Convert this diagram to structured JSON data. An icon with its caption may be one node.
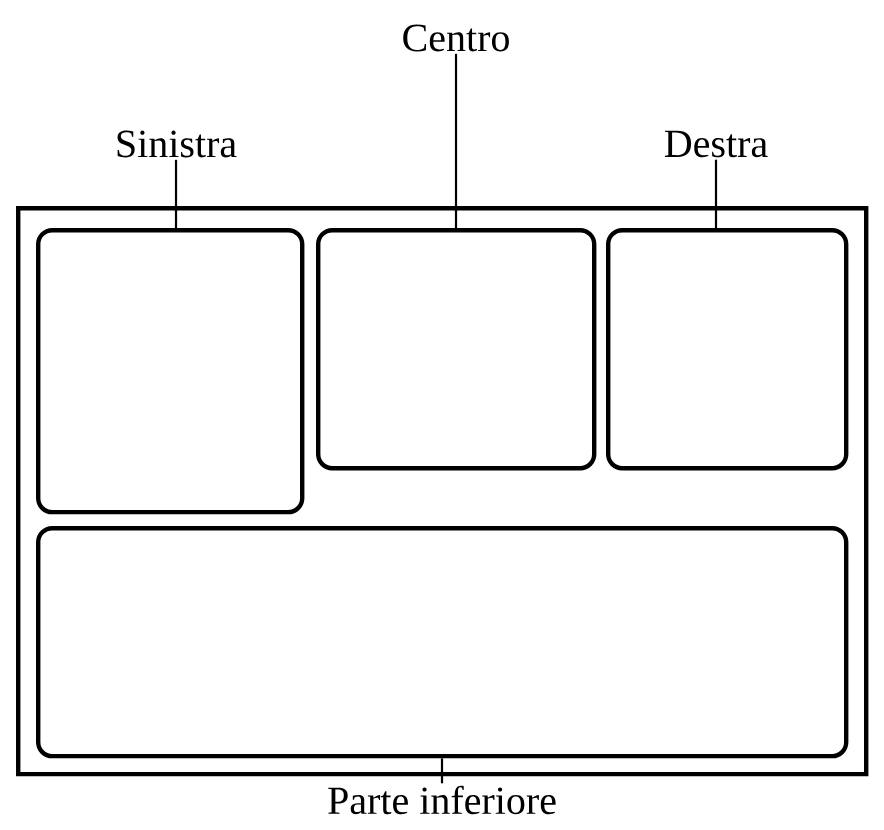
{
  "diagram": {
    "nodes": [
      {
        "text": [],
        "shape": "box"
      },
      {
        "text": [],
        "shape": "box",
        "in": 0
      },
      {
        "text": [],
        "shape": "box",
        "in": 0
      },
      {
        "text": [],
        "shape": "box",
        "in": 0
      },
      {
        "text": [],
        "shape": "box",
        "in": 0
      },
      {
        "text": [
          "Sinistra"
        ]
      },
      {
        "text": [
          "Centro"
        ]
      },
      {
        "text": [
          "Destra"
        ]
      },
      {
        "text": [
          "Parte inferiore"
        ]
      }
    ],
    "edges": [
      {
        "from": 5,
        "to": 1,
        "arrow": "none"
      },
      {
        "from": 6,
        "to": 2,
        "arrow": "none"
      },
      {
        "from": 7,
        "to": 3,
        "arrow": "none"
      },
      {
        "from": 8,
        "to": 4,
        "arrow": "none"
      }
    ]
  }
}
